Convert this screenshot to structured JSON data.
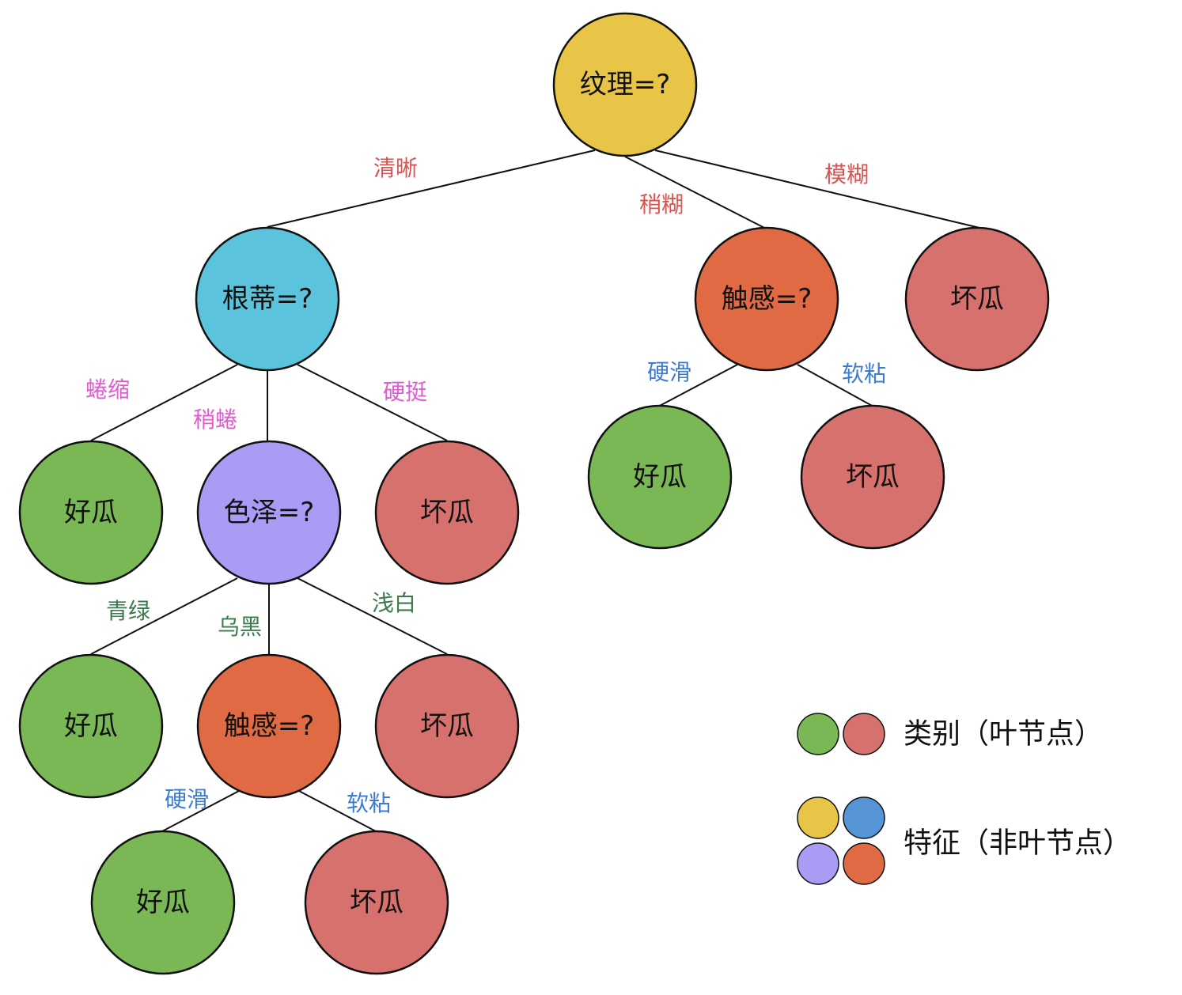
{
  "colors": {
    "feature_yellow": "#E8C547",
    "feature_cyan": "#5BC4DC",
    "feature_purple": "#A99CF5",
    "feature_orange": "#E06A43",
    "feature_blue": "#5595D6",
    "class_good": "#7AB856",
    "class_bad": "#D6716D",
    "edge_texture": "#D9534F",
    "edge_root": "#E05AD0",
    "edge_color": "#3B7A4A",
    "edge_touch": "#3A7BD5"
  },
  "nodes": {
    "n_texture": "纹理=?",
    "n_root": "根蒂=?",
    "n_touch_r": "触感=?",
    "n_bad_r": "坏瓜",
    "n_good_l1": "好瓜",
    "n_color": "色泽=?",
    "n_bad_l1": "坏瓜",
    "n_good_r2": "好瓜",
    "n_bad_r2": "坏瓜",
    "n_good_l2": "好瓜",
    "n_touch_l": "触感=?",
    "n_bad_l2": "坏瓜",
    "n_good_l3": "好瓜",
    "n_bad_l3": "坏瓜"
  },
  "edges": {
    "e_clear": "清晰",
    "e_slight_blur": "稍糊",
    "e_blur": "模糊",
    "e_curl": "蜷缩",
    "e_slight_curl": "稍蜷",
    "e_stiff": "硬挺",
    "e_touch_hard_r": "硬滑",
    "e_touch_soft_r": "软粘",
    "e_green": "青绿",
    "e_black": "乌黑",
    "e_white": "浅白",
    "e_touch_hard_l": "硬滑",
    "e_touch_soft_l": "软粘"
  },
  "legend": {
    "class_label": "类别（叶节点）",
    "feature_label": "特征（非叶节点）"
  }
}
